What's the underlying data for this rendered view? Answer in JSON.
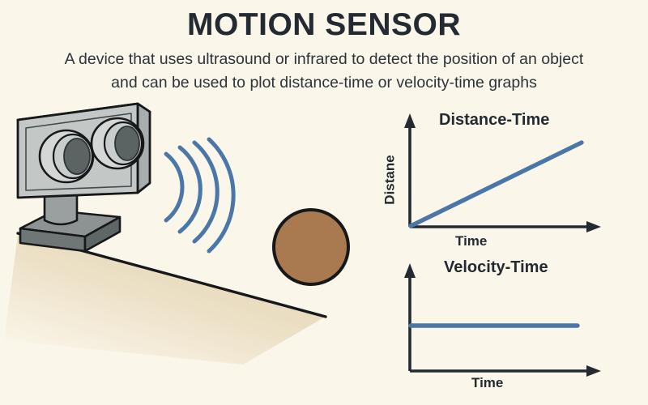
{
  "header": {
    "title": "MOTION SENSOR",
    "subtitle_line1": "A device that uses ultrasound or infrared to detect the position of an object",
    "subtitle_line2": "and can be used to plot distance-time or velocity-time graphs"
  },
  "colors": {
    "background": "#fbf6ea",
    "ink": "#232a31",
    "plot_line": "#4a76a8",
    "wave": "#4a76a8",
    "ball_fill": "#a9794f",
    "ball_stroke": "#16181a",
    "sensor_body": "#c3c7c6",
    "sensor_body_top": "#d9dcdb",
    "sensor_body_side": "#a8aeae",
    "transducer_rim": "#d4d7d6",
    "transducer_center": "#5c6463",
    "stand_neck": "#9aa0a0",
    "stand_base_top": "#8d9393",
    "stand_base_front": "#6f7676",
    "ramp_start": "#e5d7b4",
    "ramp_end": "#fbf6ea",
    "ramp_edge": "#16181a"
  },
  "illustration": {
    "sensor_name": "ultrasonic-motion-sensor",
    "transducer_count": 2,
    "wave_count": 4,
    "object_name": "rolling-ball",
    "surface_name": "inclined-ramp"
  },
  "chart_data": [
    {
      "type": "line",
      "name": "distance-time",
      "title": "Distance-Time",
      "xlabel": "Time",
      "ylabel": "Distane",
      "x": [
        0,
        1
      ],
      "values": [
        0,
        1
      ],
      "series": [
        {
          "name": "distance",
          "values": [
            0,
            1
          ]
        }
      ],
      "xlim": [
        0,
        1
      ],
      "ylim": [
        0,
        1
      ],
      "grid": false,
      "legend": "none",
      "ticks": [],
      "annotation": "constant positive slope: distance increases uniformly with time"
    },
    {
      "type": "line",
      "name": "velocity-time",
      "title": "Velocity-Time",
      "xlabel": "Time",
      "ylabel": "",
      "x": [
        0,
        1
      ],
      "values": [
        0.5,
        0.5
      ],
      "series": [
        {
          "name": "velocity",
          "values": [
            0.5,
            0.5
          ]
        }
      ],
      "xlim": [
        0,
        1
      ],
      "ylim": [
        0,
        1
      ],
      "grid": false,
      "legend": "none",
      "ticks": [],
      "annotation": "horizontal line: velocity stays constant over time"
    }
  ]
}
